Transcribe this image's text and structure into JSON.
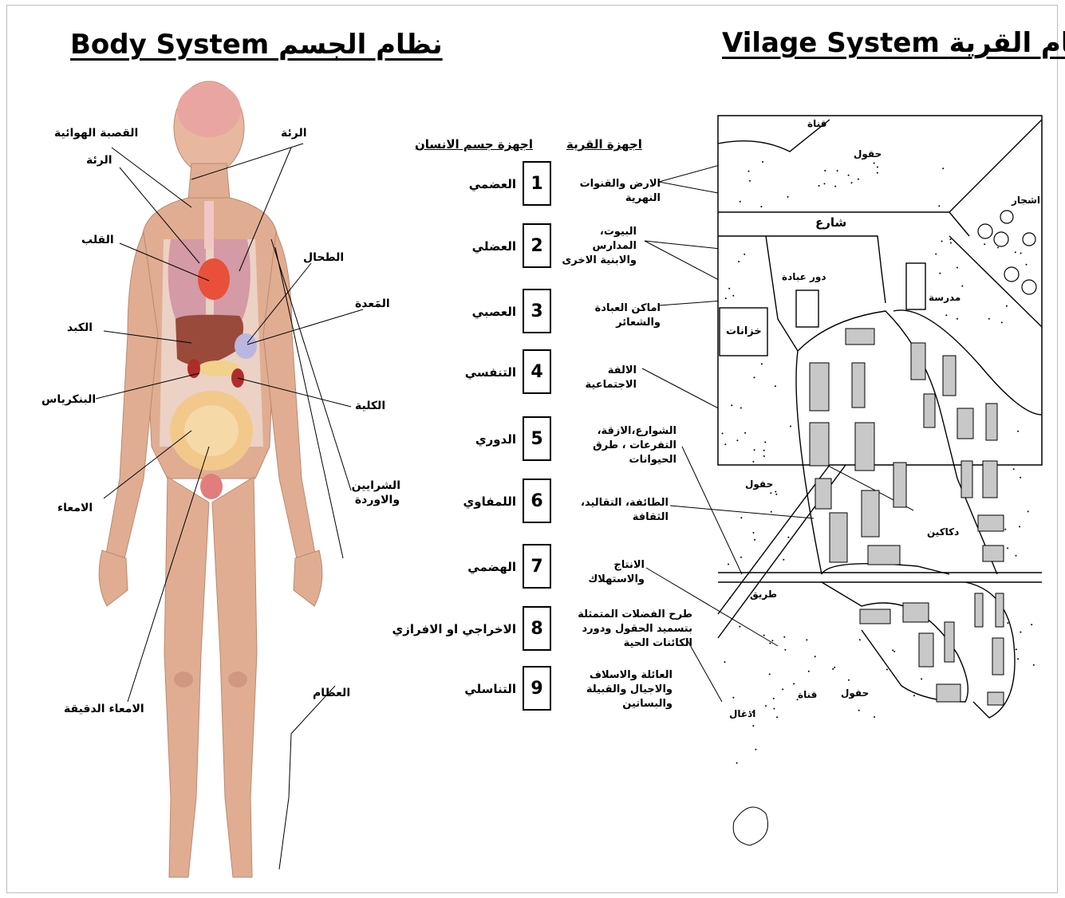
{
  "titles": {
    "body": "Body System نظام الجسم",
    "village": "Vilage System نظام القرية"
  },
  "columns": {
    "human_systems": "اجهزة جسم الانسان",
    "village_systems": "اجهزة القرية"
  },
  "rows": [
    {
      "number": "1",
      "body_system": "العضمي",
      "village_element": "الارض والقنوات النهرية"
    },
    {
      "number": "2",
      "body_system": "العضلي",
      "village_element": "البيوت، المدارس والابنية الاخرى"
    },
    {
      "number": "3",
      "body_system": "العصبي",
      "village_element": "اماكن العبادة والشعائر"
    },
    {
      "number": "4",
      "body_system": "التنفسي",
      "village_element": "الالفة الاجتماعية"
    },
    {
      "number": "5",
      "body_system": "الدوري",
      "village_element": "الشوارع،الازقة، التفرعات ، طرق الحيوانات"
    },
    {
      "number": "6",
      "body_system": "اللمفاوي",
      "village_element": "الطائفة، التقاليد، الثقافة"
    },
    {
      "number": "7",
      "body_system": "الهضمي",
      "village_element": "الانتاج والاستهلاك"
    },
    {
      "number": "8",
      "body_system": "الاخراجي او الافرازي",
      "village_element": "طرح الفضلات المتمثلة بتسميد الحقول ودورد الكائنات الحية"
    },
    {
      "number": "9",
      "body_system": "التناسلي",
      "village_element": "العائلة والاسلاف والاجيال والقبيلة والبساتين"
    }
  ],
  "body_labels": {
    "trachea": "القصبة الهوائية",
    "lung_left": "الرئة",
    "lung_right": "الرئة",
    "heart": "القلب",
    "spleen": "الطحال",
    "stomach": "المَعدة",
    "liver": "الكبد",
    "pancreas": "البنكرياس",
    "kidney": "الكلية",
    "intestines": "الامعاء",
    "arteries": "الشرايين والاوردة",
    "small_intestine": "الامعاء الدقيقة",
    "bones": "العظام"
  },
  "map_labels": {
    "canal_top": "قناة",
    "fields_top": "حقول",
    "trees": "اشجار",
    "street": "شارع",
    "worship": "دور عبادة",
    "school": "مدرسة",
    "storage": "خزانات",
    "fields_left": "حقول",
    "shops": "دكاكين",
    "road": "طريق",
    "canal_bottom": "قناة",
    "fields_bottom": "حقول",
    "weeds": "ادغال"
  }
}
